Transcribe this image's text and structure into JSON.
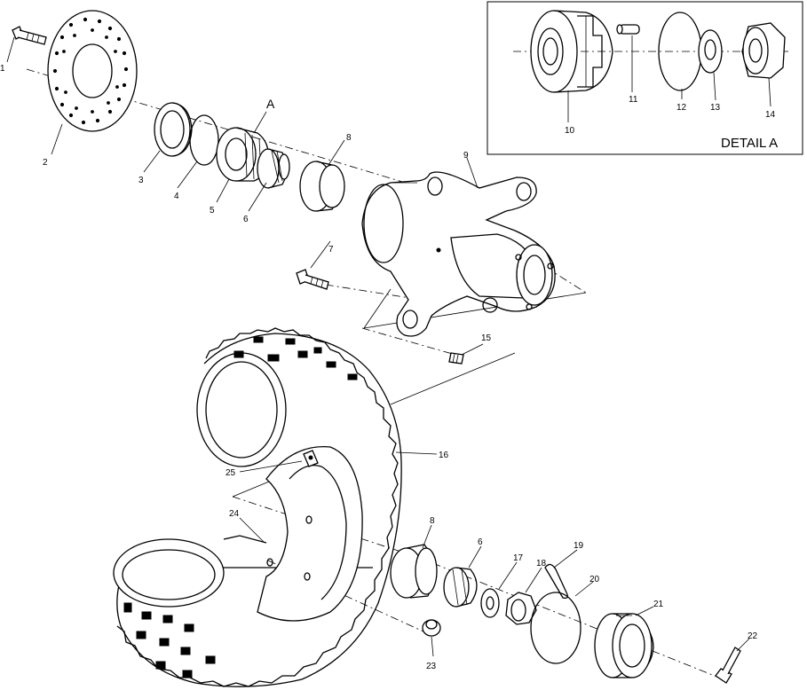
{
  "diagram": {
    "detail_title": "DETAIL A",
    "callout_a": "A",
    "parts": [
      {
        "id": "p1",
        "label": "1"
      },
      {
        "id": "p2",
        "label": "2"
      },
      {
        "id": "p3",
        "label": "3"
      },
      {
        "id": "p4",
        "label": "4"
      },
      {
        "id": "p5",
        "label": "5"
      },
      {
        "id": "p6",
        "label": "6"
      },
      {
        "id": "p7",
        "label": "7"
      },
      {
        "id": "p8",
        "label": "8"
      },
      {
        "id": "p9",
        "label": "9"
      },
      {
        "id": "p10",
        "label": "10"
      },
      {
        "id": "p11",
        "label": "11"
      },
      {
        "id": "p12",
        "label": "12"
      },
      {
        "id": "p13",
        "label": "13"
      },
      {
        "id": "p14",
        "label": "14"
      },
      {
        "id": "p15",
        "label": "15"
      },
      {
        "id": "p16",
        "label": "16"
      },
      {
        "id": "p6b",
        "label": "6"
      },
      {
        "id": "p8b",
        "label": "8"
      },
      {
        "id": "p17",
        "label": "17"
      },
      {
        "id": "p18",
        "label": "18"
      },
      {
        "id": "p19",
        "label": "19"
      },
      {
        "id": "p20",
        "label": "20"
      },
      {
        "id": "p21",
        "label": "21"
      },
      {
        "id": "p22",
        "label": "22"
      },
      {
        "id": "p23",
        "label": "23"
      },
      {
        "id": "p24",
        "label": "24"
      },
      {
        "id": "p25",
        "label": "25"
      }
    ]
  }
}
